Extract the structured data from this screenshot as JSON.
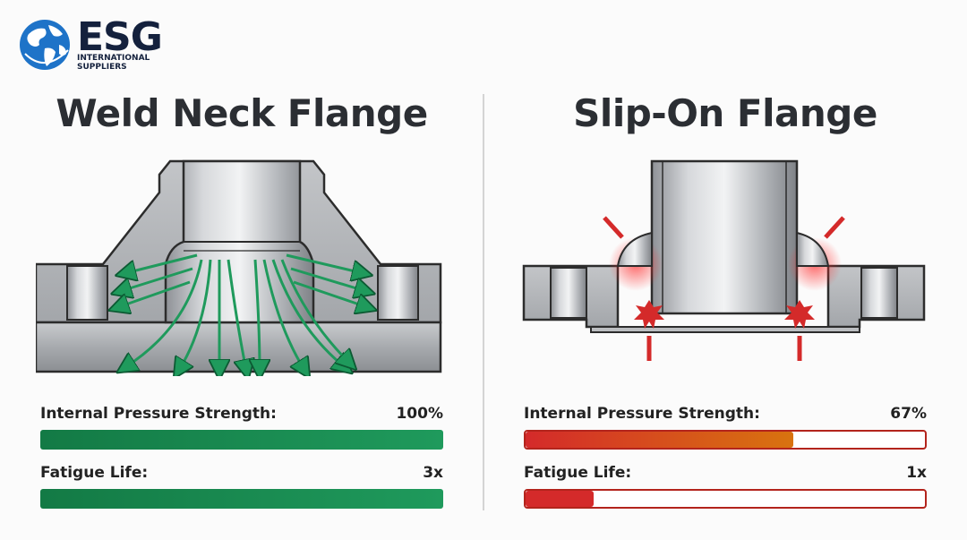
{
  "logo": {
    "brand": "ESG",
    "subtitle_line1": "INTERNATIONAL",
    "subtitle_line2": "SUPPLIERS",
    "brand_color": "#14213d",
    "globe_color": "#1e73c8"
  },
  "left_panel": {
    "title": "Weld Neck Flange",
    "metrics": [
      {
        "label": "Internal Pressure Strength:",
        "value": "100%",
        "fill_fraction": 1.0
      },
      {
        "label": "Fatigue Life:",
        "value": "3x",
        "fill_fraction": 1.0
      }
    ],
    "accent_color": "#1f9a5c"
  },
  "right_panel": {
    "title": "Slip-On Flange",
    "metrics": [
      {
        "label": "Internal Pressure Strength:",
        "value": "67%",
        "fill_fraction": 0.67
      },
      {
        "label": "Fatigue Life:",
        "value": "1x",
        "fill_fraction": 0.17
      }
    ],
    "accent_color": "#d42a2a",
    "accent_color_2": "#d8730f"
  }
}
